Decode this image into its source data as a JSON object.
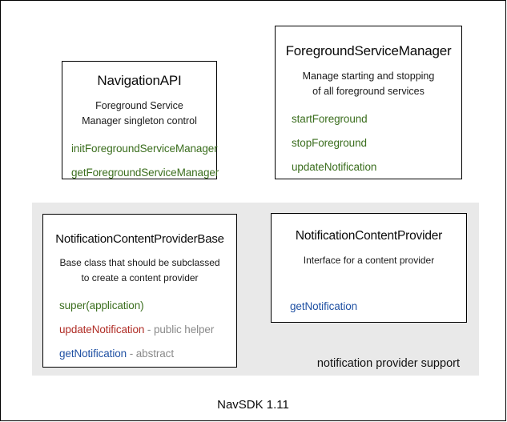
{
  "colors": {
    "method_green": "#3b6e1e",
    "method_red": "#b02d26",
    "method_blue": "#2051a3",
    "annotation_gray": "#8a8a8a",
    "group_background": "#e9e9e9",
    "box_border": "#000000",
    "text": "#111111"
  },
  "boxes": {
    "navigation_api": {
      "title": "NavigationAPI",
      "description": "Foreground Service\nManager singleton control",
      "methods": [
        {
          "name": "initForegroundServiceManager"
        },
        {
          "name": "getForegroundServiceManager"
        }
      ]
    },
    "foreground_service_manager": {
      "title": "ForegroundServiceManager",
      "description": "Manage starting and stopping\nof all foreground services",
      "methods": [
        {
          "name": "startForeground"
        },
        {
          "name": "stopForeground"
        },
        {
          "name": "updateNotification"
        }
      ]
    },
    "provider_base": {
      "title": "NotificationContentProviderBase",
      "description": "Base class that should be subclassed\nto create a content provider",
      "methods": [
        {
          "name": "super(application)"
        },
        {
          "name": "updateNotification",
          "annotation": " - public helper"
        },
        {
          "name": "getNotification",
          "annotation": " - abstract"
        }
      ]
    },
    "provider": {
      "title": "NotificationContentProvider",
      "description": "Interface for a content provider",
      "methods": [
        {
          "name": "getNotification"
        }
      ]
    }
  },
  "group": {
    "label": "notification provider support"
  },
  "footer": {
    "label": "NavSDK 1.11"
  }
}
